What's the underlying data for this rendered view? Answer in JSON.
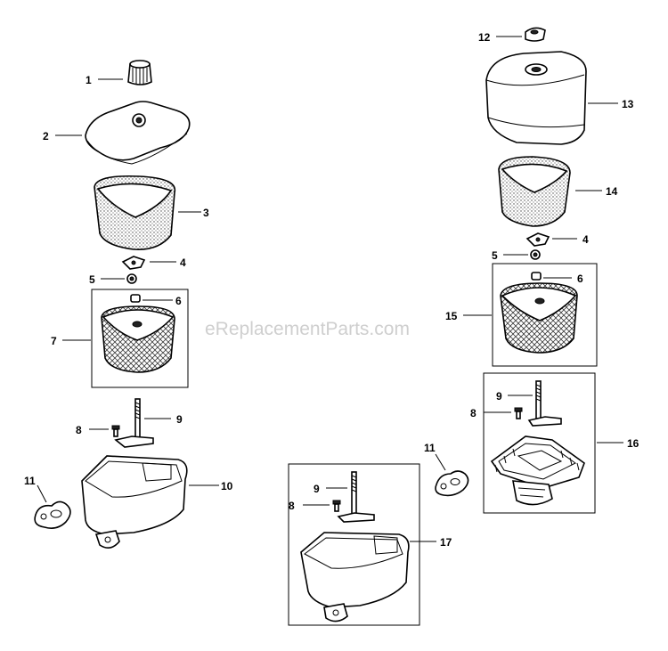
{
  "watermark": "eReplacementParts.com",
  "callouts": {
    "c1": "1",
    "c2": "2",
    "c3": "3",
    "c4a": "4",
    "c5a": "5",
    "c6a": "6",
    "c7": "7",
    "c8a": "8",
    "c9a": "9",
    "c10": "10",
    "c11a": "11",
    "c12": "12",
    "c13": "13",
    "c14": "14",
    "c4b": "4",
    "c5b": "5",
    "c6b": "6",
    "c15": "15",
    "c9b": "9",
    "c8b": "8",
    "c16": "16",
    "c11b": "11",
    "c9c": "9",
    "c8c": "8",
    "c17": "17"
  }
}
